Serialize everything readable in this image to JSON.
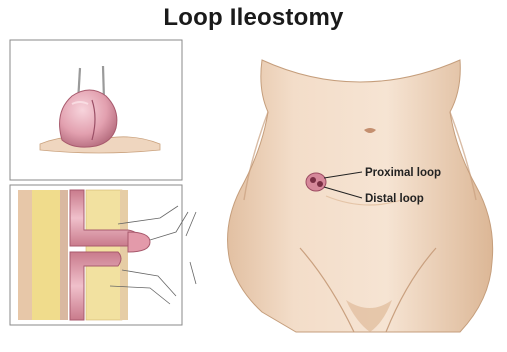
{
  "title": "Loop Ileostomy",
  "labels": {
    "proximal": "Proximal loop",
    "distal": "Distal loop"
  },
  "colors": {
    "skin": "#f3dfcc",
    "skin_shadow": "#e3c3a6",
    "bowel": "#e6a8b3",
    "bowel_dark": "#b86a7a",
    "fat": "#f0dc8c",
    "frame": "#888888"
  }
}
